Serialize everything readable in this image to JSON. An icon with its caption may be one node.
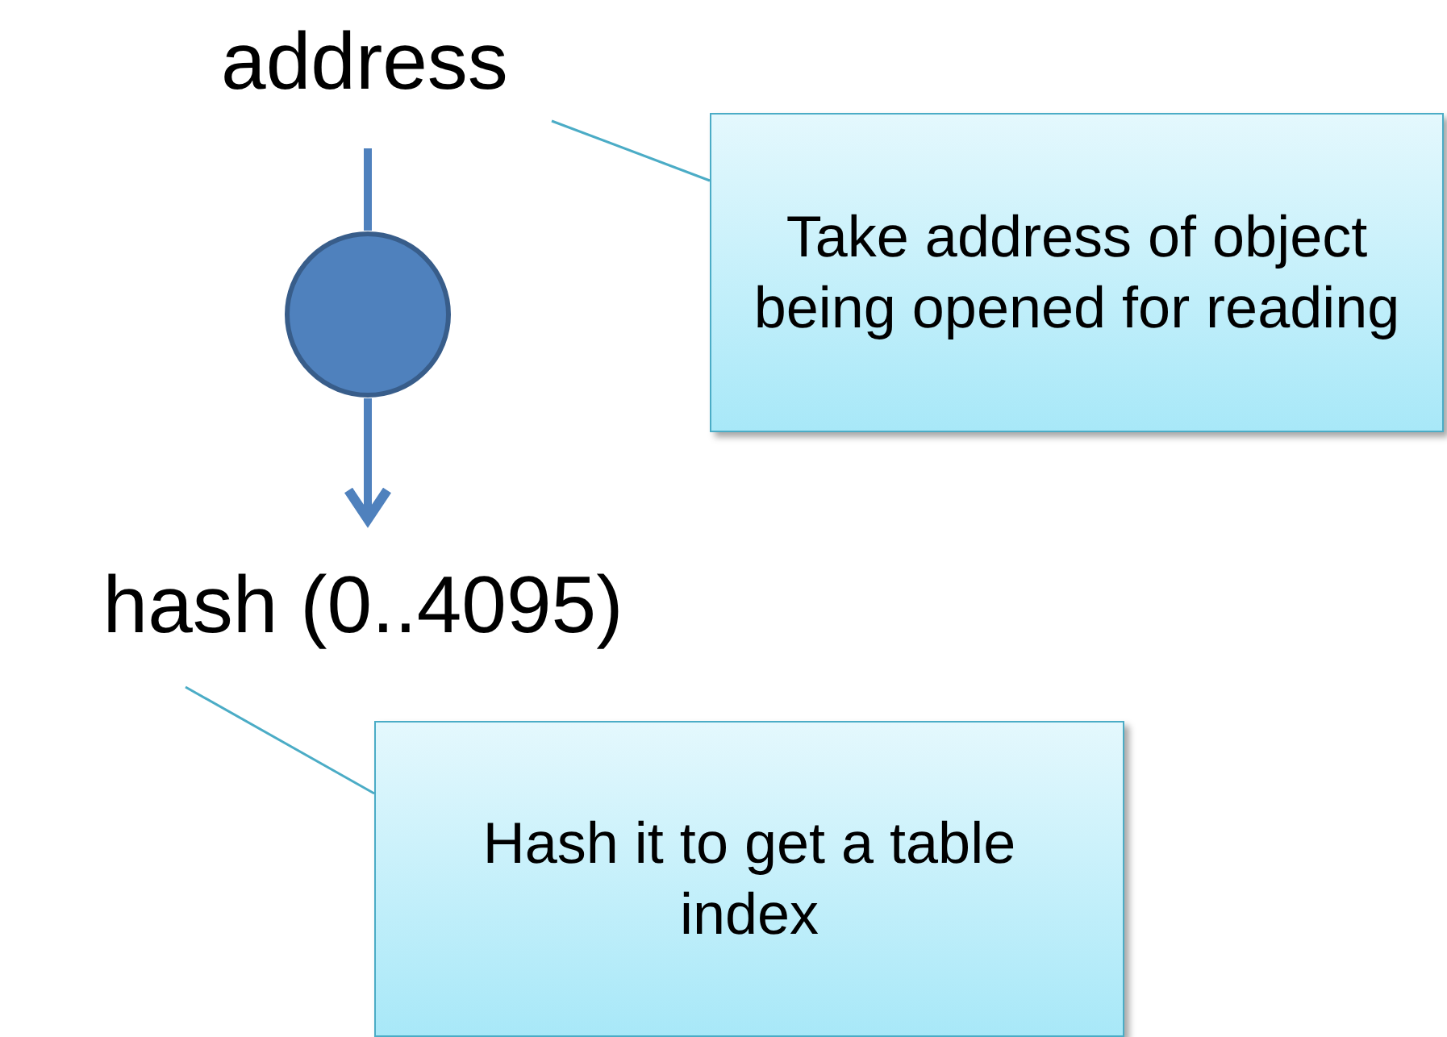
{
  "diagram": {
    "nodes": [
      {
        "text": [
          "address"
        ]
      },
      {
        "text": [],
        "shape": "circle"
      },
      {
        "text": [
          "hash (0..4095)"
        ]
      },
      {
        "text": [
          "Take address of object being opened for reading"
        ]
      },
      {
        "text": [
          "Hash it to get a table index"
        ]
      }
    ],
    "edges": [
      {
        "from": 0,
        "to": 1,
        "arrow": "none",
        "style": "thick",
        "color": "#4f81bd"
      },
      {
        "from": 1,
        "to": 2,
        "arrow": "to",
        "style": "thick",
        "color": "#4f81bd"
      },
      {
        "from": 3,
        "to": 0,
        "arrow": "none",
        "color": "#4bacc6"
      },
      {
        "from": 4,
        "to": 2,
        "arrow": "none",
        "color": "#4bacc6"
      }
    ]
  }
}
